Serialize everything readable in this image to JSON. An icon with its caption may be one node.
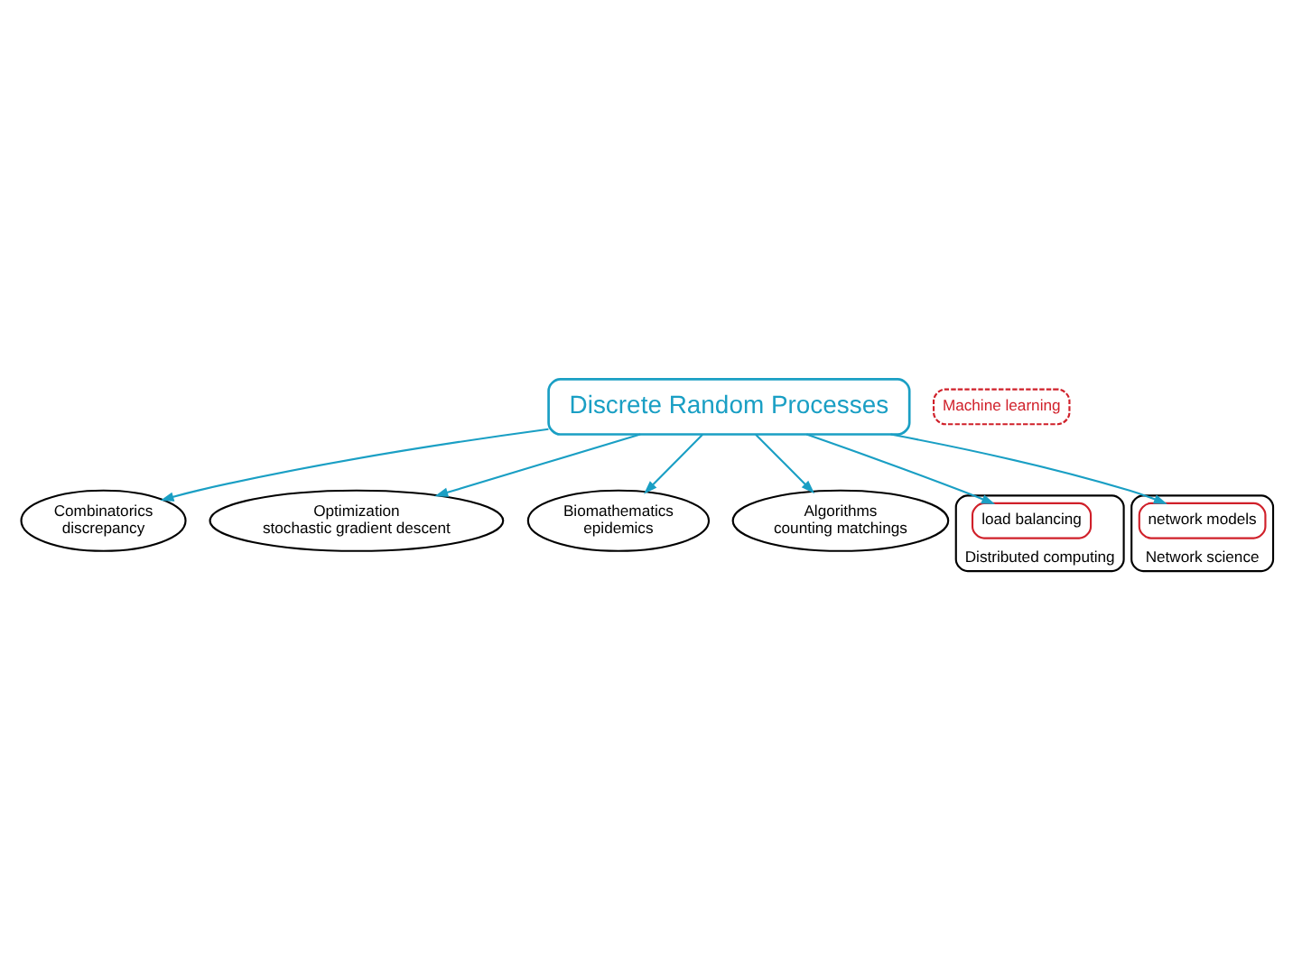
{
  "diagram": {
    "nodes": [
      {
        "text": [
          "Discrete Random Processes"
        ]
      },
      {
        "text": [
          "Combinatorics",
          "discrepancy"
        ]
      },
      {
        "text": [
          "Optimization",
          "stochastic gradient descent"
        ]
      },
      {
        "text": [
          "Biomathematics",
          "epidemics"
        ]
      },
      {
        "text": [
          "Algorithms",
          "counting matchings"
        ]
      },
      {
        "text": [
          "Distributed computing"
        ]
      },
      {
        "text": [
          "load balancing"
        ],
        "in": 5
      },
      {
        "text": [
          "Network science"
        ]
      },
      {
        "text": [
          "network models"
        ],
        "in": 7
      },
      {
        "text": [
          "Machine learning"
        ]
      }
    ],
    "edges": [
      {
        "from": 0,
        "to": 1,
        "arrow": "to"
      },
      {
        "from": 0,
        "to": 2,
        "arrow": "to"
      },
      {
        "from": 0,
        "to": 3,
        "arrow": "to"
      },
      {
        "from": 0,
        "to": 4,
        "arrow": "to"
      },
      {
        "from": 0,
        "to": 6,
        "arrow": "to"
      },
      {
        "from": 0,
        "to": 8,
        "arrow": "to"
      }
    ]
  }
}
